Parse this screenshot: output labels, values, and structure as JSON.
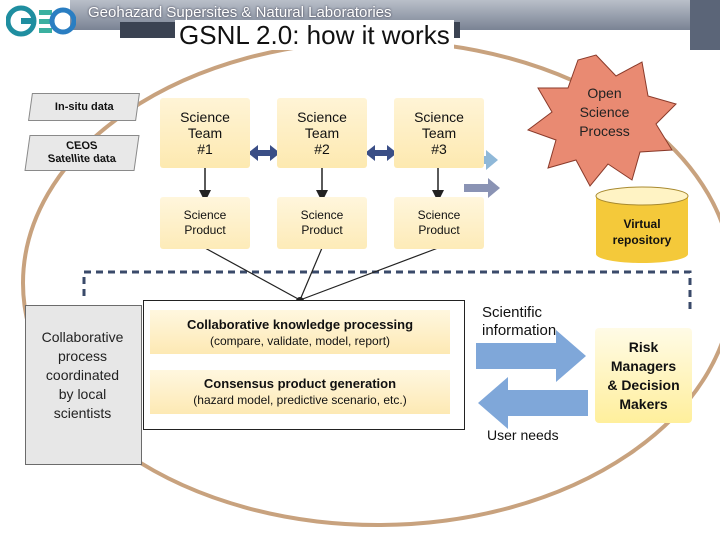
{
  "header": {
    "logo_text": "GEO",
    "org_title": "Geohazard Supersites & Natural Laboratories",
    "main_title": "GSNL 2.0:  how it works"
  },
  "inputs": {
    "in_situ": "In-situ data",
    "ceos_line1": "CEOS",
    "ceos_line2": "Satellite data"
  },
  "teams": [
    {
      "line1": "Science",
      "line2": "Team",
      "line3": "#1"
    },
    {
      "line1": "Science",
      "line2": "Team",
      "line3": "#2"
    },
    {
      "line1": "Science",
      "line2": "Team",
      "line3": "#3"
    }
  ],
  "products": [
    {
      "line1": "Science",
      "line2": "Product"
    },
    {
      "line1": "Science",
      "line2": "Product"
    },
    {
      "line1": "Science",
      "line2": "Product"
    }
  ],
  "open_process": {
    "line1": "Open",
    "line2": "Science",
    "line3": "Process"
  },
  "repository": {
    "line1": "Virtual",
    "line2": "repository"
  },
  "collaborative": {
    "line1": "Collaborative",
    "line2": "process",
    "line3": "coordinated",
    "line4": "by local",
    "line5": "scientists"
  },
  "processing": {
    "knowledge_title": "Collaborative knowledge processing",
    "knowledge_sub": "(compare, validate, model, report)",
    "consensus_title": "Consensus product generation",
    "consensus_sub": "(hazard model, predictive scenario, etc.)"
  },
  "flows": {
    "sci_info_line1": "Scientific",
    "sci_info_line2": "information",
    "user_needs": "User needs"
  },
  "risk": {
    "line1": "Risk",
    "line2": "Managers",
    "line3": "& Decision",
    "line4": "Makers"
  },
  "colors": {
    "ellipse": "#c8a27e",
    "starburst": "#e98a72",
    "arrow_blue": "#7fa7d9",
    "team_fill": "#fde9b0",
    "risk_fill": "#ffef9c"
  }
}
